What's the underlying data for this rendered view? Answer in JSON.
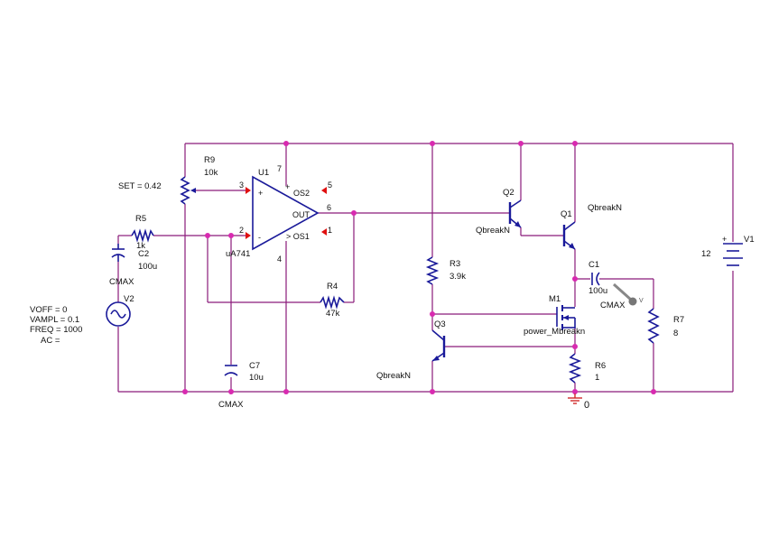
{
  "colors": {
    "wire": "#8a1a7a",
    "component": "#1a1a9a",
    "junction": "#d82ab0",
    "pin_marker": "#e01010",
    "ground": "#d02a2a",
    "background": "#ffffff"
  },
  "labels": {
    "r9_name": "R9",
    "r9_value": "10k",
    "r9_set": "SET = 0.42",
    "u1_name": "U1",
    "u1_part": "uA741",
    "u1_pin3": "3",
    "u1_pin2": "2",
    "u1_pin7": "7",
    "u1_pin4": "4",
    "u1_pin5": "5",
    "u1_pin1": "1",
    "u1_pin6": "6",
    "u1_plus": "+",
    "u1_minus": "-",
    "u1_vplus": "+",
    "u1_os2": "OS2",
    "u1_out": "OUT",
    "u1_os1": "> OS1",
    "r5_name": "R5",
    "r5_value": "1k",
    "c2_name": "C2",
    "c2_value": "100u",
    "c2_model": "CMAX",
    "v2_name": "V2",
    "v2_voff": "VOFF = 0",
    "v2_vampl": "VAMPL = 0.1",
    "v2_freq": "FREQ = 1000",
    "v2_ac": "AC =",
    "r4_name": "R4",
    "r4_value": "47k",
    "c7_name": "C7",
    "c7_value": "10u",
    "c7_model": "CMAX",
    "q2_name": "Q2",
    "q2_model": "QbreakN",
    "q1_name": "Q1",
    "q1_model": "QbreakN",
    "r3_name": "R3",
    "r3_value": "3.9k",
    "q3_name": "Q3",
    "q3_model": "QbreakN",
    "m1_name": "M1",
    "m1_model": "power_Mbreakn",
    "c1_name": "C1",
    "c1_value": "100u",
    "c1_model": "CMAX",
    "r7_name": "R7",
    "r7_value": "8",
    "r6_name": "R6",
    "r6_value": "1",
    "v1_name": "V1",
    "v1_value": "12",
    "ground_label": "0",
    "probe_label": "V"
  }
}
